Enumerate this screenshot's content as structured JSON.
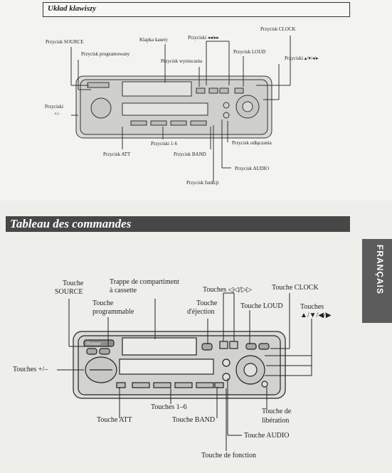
{
  "top_section": {
    "title": "Układ klawiszy",
    "labels": {
      "source": "Przycisk SOURCE",
      "kasety": "Klapka kasety",
      "przyciski_arrows": "Przyciski ◂◂/▸▸",
      "clock": "Przycisk CLOCK",
      "programowany": "Przycisk programowany",
      "wyrzucania": "Przycisk wyrzucania",
      "loud": "Przycisk LOUD",
      "przyciski_dir": "Przyciski ▴/▾/◂/▸",
      "plusminus_1": "Przyciski",
      "plusminus_2": "+/-",
      "przyciski16": "Przyciski 1-6",
      "odlaczania": "Przycisk odłączania",
      "att": "Przycisk ATT",
      "band": "Przycisk BAND",
      "audio": "Przycisk AUDIO",
      "funkcji": "Przycisk funkcji"
    }
  },
  "bottom_section": {
    "title": "Tableau des commandes",
    "side_tab": "FRANÇAIS",
    "labels": {
      "source_1": "Touche",
      "source_2": "SOURCE",
      "trappe_1": "Trappe de compartiment",
      "trappe_2": "à cassette",
      "touches_arrows": "Touches ◁◁/▷▷",
      "clock": "Touche CLOCK",
      "programmable_1": "Touche",
      "programmable_2": "programmable",
      "ejection_1": "Touche",
      "ejection_2": "d'éjection",
      "loud": "Touche LOUD",
      "dir_1": "Touches",
      "dir_2": "▲/▼/◀/▶",
      "plusminus": "Touches +/–",
      "touches16": "Touches 1–6",
      "liberation_1": "Touche de",
      "liberation_2": "libération",
      "att": "Touche ATT",
      "band": "Touche BAND",
      "audio": "Touche AUDIO",
      "fonction": "Touche de fonction"
    },
    "brand": "Pioneer"
  }
}
